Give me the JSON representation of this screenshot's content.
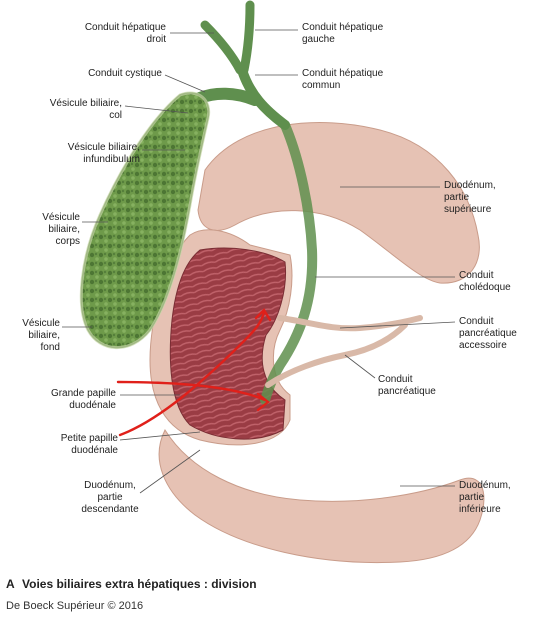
{
  "labels": {
    "conduit_hepatique_droit": "Conduit hépatique\ndroit",
    "conduit_cystique": "Conduit cystique",
    "vesicule_col": "Vésicule biliaire,\ncol",
    "vesicule_infundibulum": "Vésicule biliaire,\ninfundibulum",
    "vesicule_corps": "Vésicule\nbiliaire,\ncorps",
    "vesicule_fond": "Vésicule\nbiliaire,\nfond",
    "grande_papille": "Grande papille\nduodénale",
    "petite_papille": "Petite papille\nduodénale",
    "duodenum_descendante": "Duodénum,\npartie\ndescendante",
    "conduit_hepatique_gauche": "Conduit hépatique\ngauche",
    "conduit_hepatique_commun": "Conduit hépatique\ncommun",
    "duodenum_superieure": "Duodénum,\npartie\nsupérieure",
    "conduit_choledoque": "Conduit\ncholédoque",
    "conduit_pancreatique_accessoire": "Conduit\npancréatique\naccessoire",
    "conduit_pancreatique": "Conduit\npancréatique",
    "duodenum_inferieure": "Duodénum,\npartie\ninférieure"
  },
  "caption": {
    "letter": "A",
    "title": "Voies biliaires extra hépatiques : division"
  },
  "copyright": "De Boeck Supérieur © 2016",
  "colors": {
    "duct_green": "#5f8f4e",
    "gallbladder_green": "#6e9a4a",
    "duodenum_pink": "#e6c2b4",
    "mucosa_red": "#9a3c44",
    "annotation_red": "#e0201a"
  }
}
